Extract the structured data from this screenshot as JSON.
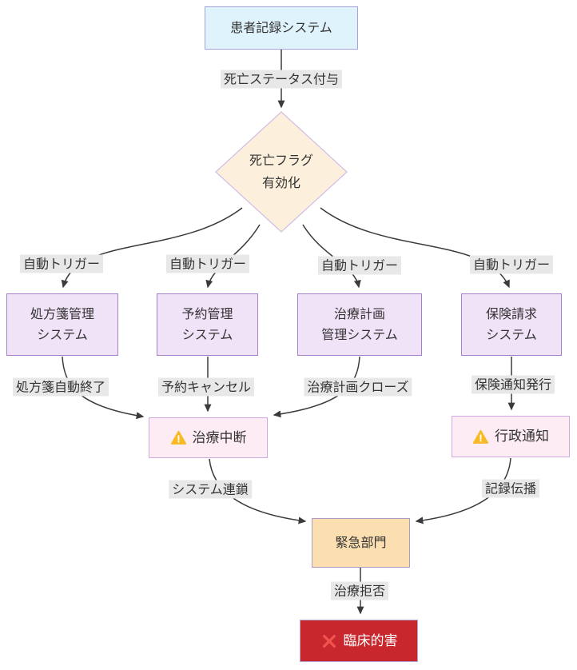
{
  "diagram": {
    "type": "flowchart",
    "nodes": {
      "patient_record_system": {
        "label": "患者記録システム"
      },
      "death_flag_decision": {
        "lines": [
          "死亡フラグ",
          "有効化"
        ]
      },
      "prescription_system": {
        "lines": [
          "処方箋管理",
          "システム"
        ]
      },
      "appointment_system": {
        "lines": [
          "予約管理",
          "システム"
        ]
      },
      "treatment_plan_system": {
        "lines": [
          "治療計画",
          "管理システム"
        ]
      },
      "insurance_claim_system": {
        "lines": [
          "保険請求",
          "システム"
        ]
      },
      "treatment_interruption": {
        "label": "治療中断",
        "icon": "warning-icon"
      },
      "administrative_notice": {
        "label": "行政通知",
        "icon": "warning-icon"
      },
      "emergency_department": {
        "label": "緊急部門"
      },
      "clinical_harm": {
        "label": "臨床的害",
        "icon": "cross-icon"
      }
    },
    "edge_labels": {
      "death_status_assign": "死亡ステータス付与",
      "auto_trigger": "自動トリガー",
      "prescription_auto_end": "処方箋自動終了",
      "appointment_cancel": "予約キャンセル",
      "treatment_plan_close": "治療計画クローズ",
      "insurance_notice_issue": "保険通知発行",
      "system_chain": "システム連鎖",
      "record_propagation": "記録伝播",
      "treatment_refusal": "治療拒否"
    },
    "colors": {
      "patient_fill": "#dff3fc",
      "patient_stroke": "#a9a4d8",
      "decision_fill": "#fcf0dc",
      "decision_stroke": "#d3c0e8",
      "system_fill": "#f0e3f8",
      "system_stroke": "#a681c9",
      "warning_fill": "#fdecf4",
      "warning_stroke": "#d0abdf",
      "emergency_fill": "#fbdfb1",
      "emergency_stroke": "#af9cc6",
      "harm_fill": "#c8282d",
      "harm_stroke": "#b2a6d9",
      "harm_text": "#ffffff",
      "edge_label_bg": "#e8e8e8",
      "edge_color": "#3b3b3b",
      "text_color": "#333333",
      "warning_icon_color": "#f7b924",
      "cross_icon_color": "#ef5350"
    }
  }
}
